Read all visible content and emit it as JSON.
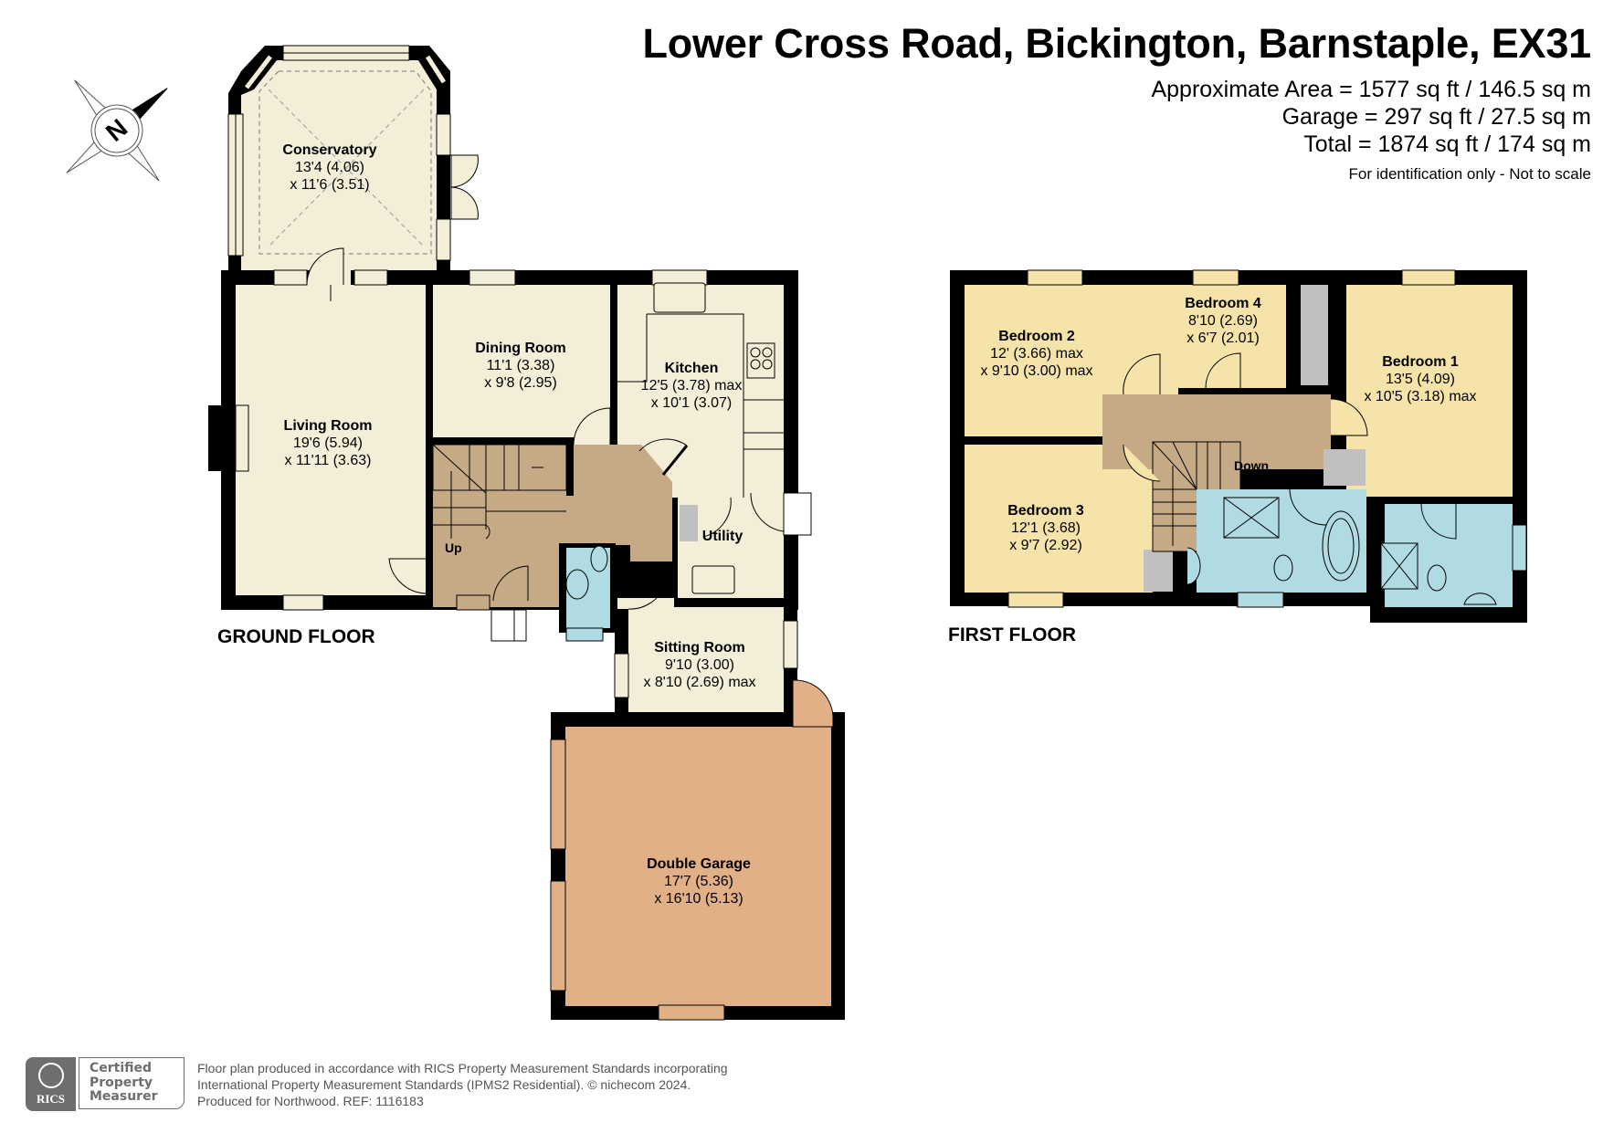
{
  "header": {
    "title": "Lower Cross Road, Bickington, Barnstaple, EX31",
    "approximate_area": "Approximate Area = 1577 sq ft / 146.5 sq m",
    "garage_area": "Garage = 297 sq ft / 27.5 sq m",
    "total_area": "Total = 1874 sq ft / 174 sq m",
    "disclaimer": "For identification only - Not to scale"
  },
  "compass": {
    "label": "N",
    "icon": "north-arrow-icon"
  },
  "ground_floor": {
    "label": "GROUND FLOOR",
    "stairs_label": "Up",
    "rooms": [
      {
        "name": "Conservatory",
        "dim1": "13'4 (4.06)",
        "dim2": "x 11'6 (3.51)"
      },
      {
        "name": "Living Room",
        "dim1": "19'6 (5.94)",
        "dim2": "x 11'11 (3.63)"
      },
      {
        "name": "Dining Room",
        "dim1": "11'1 (3.38)",
        "dim2": "x 9'8 (2.95)"
      },
      {
        "name": "Kitchen",
        "dim1": "12'5 (3.78) max",
        "dim2": "x 10'1 (3.07)"
      },
      {
        "name": "Utility",
        "dim1": "",
        "dim2": ""
      },
      {
        "name": "Sitting Room",
        "dim1": "9'10 (3.00)",
        "dim2": "x 8'10 (2.69) max"
      },
      {
        "name": "Double Garage",
        "dim1": "17'7 (5.36)",
        "dim2": "x 16'10 (5.13)"
      }
    ]
  },
  "first_floor": {
    "label": "FIRST FLOOR",
    "stairs_label": "Down",
    "rooms": [
      {
        "name": "Bedroom 2",
        "dim1": "12' (3.66) max",
        "dim2": "x 9'10 (3.00) max"
      },
      {
        "name": "Bedroom 4",
        "dim1": "8'10 (2.69)",
        "dim2": "x 6'7 (2.01)"
      },
      {
        "name": "Bedroom 1",
        "dim1": "13'5 (4.09)",
        "dim2": "x 10'5 (3.18) max"
      },
      {
        "name": "Bedroom 3",
        "dim1": "12'1 (3.68)",
        "dim2": "x 9'7 (2.92)"
      }
    ]
  },
  "colors": {
    "wall": "#000000",
    "cream": "#f3eed8",
    "hallway": "#c6aa86",
    "garage": "#e2b086",
    "bedroom": "#f5e3a9",
    "bathroom": "#b0dbe2",
    "cupboard": "#c0c0c0",
    "badge_grey": "#6e6e6e"
  },
  "footer": {
    "badge_org": "RICS",
    "badge_line1": "Certified",
    "badge_line2": "Property",
    "badge_line3": "Measurer",
    "line1": "Floor plan produced in accordance with RICS Property Measurement Standards incorporating",
    "line2": "International Property Measurement Standards (IPMS2 Residential).   © nichecom 2024.",
    "line3": "Produced for Northwood.   REF:  1116183"
  }
}
